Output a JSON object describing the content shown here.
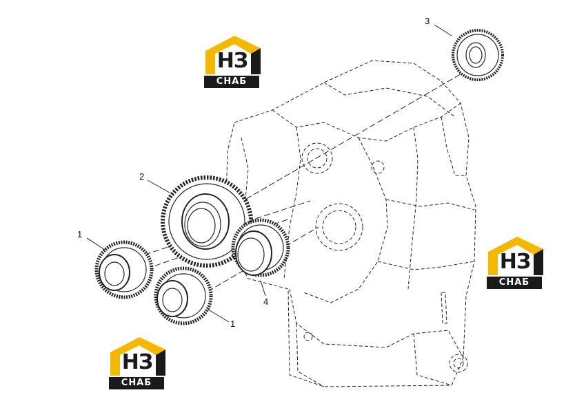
{
  "diagram": {
    "callouts": [
      {
        "id": "c1a",
        "label": "1"
      },
      {
        "id": "c1b",
        "label": "1"
      },
      {
        "id": "c2",
        "label": "2"
      },
      {
        "id": "c3",
        "label": "3"
      },
      {
        "id": "c4",
        "label": "4"
      }
    ]
  },
  "watermarks": [
    {
      "letters": "НЗ",
      "band": "СНАБ"
    },
    {
      "letters": "НЗ",
      "band": "СНАБ"
    },
    {
      "letters": "НЗ",
      "band": "СНАБ"
    }
  ],
  "colors": {
    "logo_accent": "#f5b800",
    "logo_dark": "#1a1a1a",
    "line": "#222222"
  }
}
